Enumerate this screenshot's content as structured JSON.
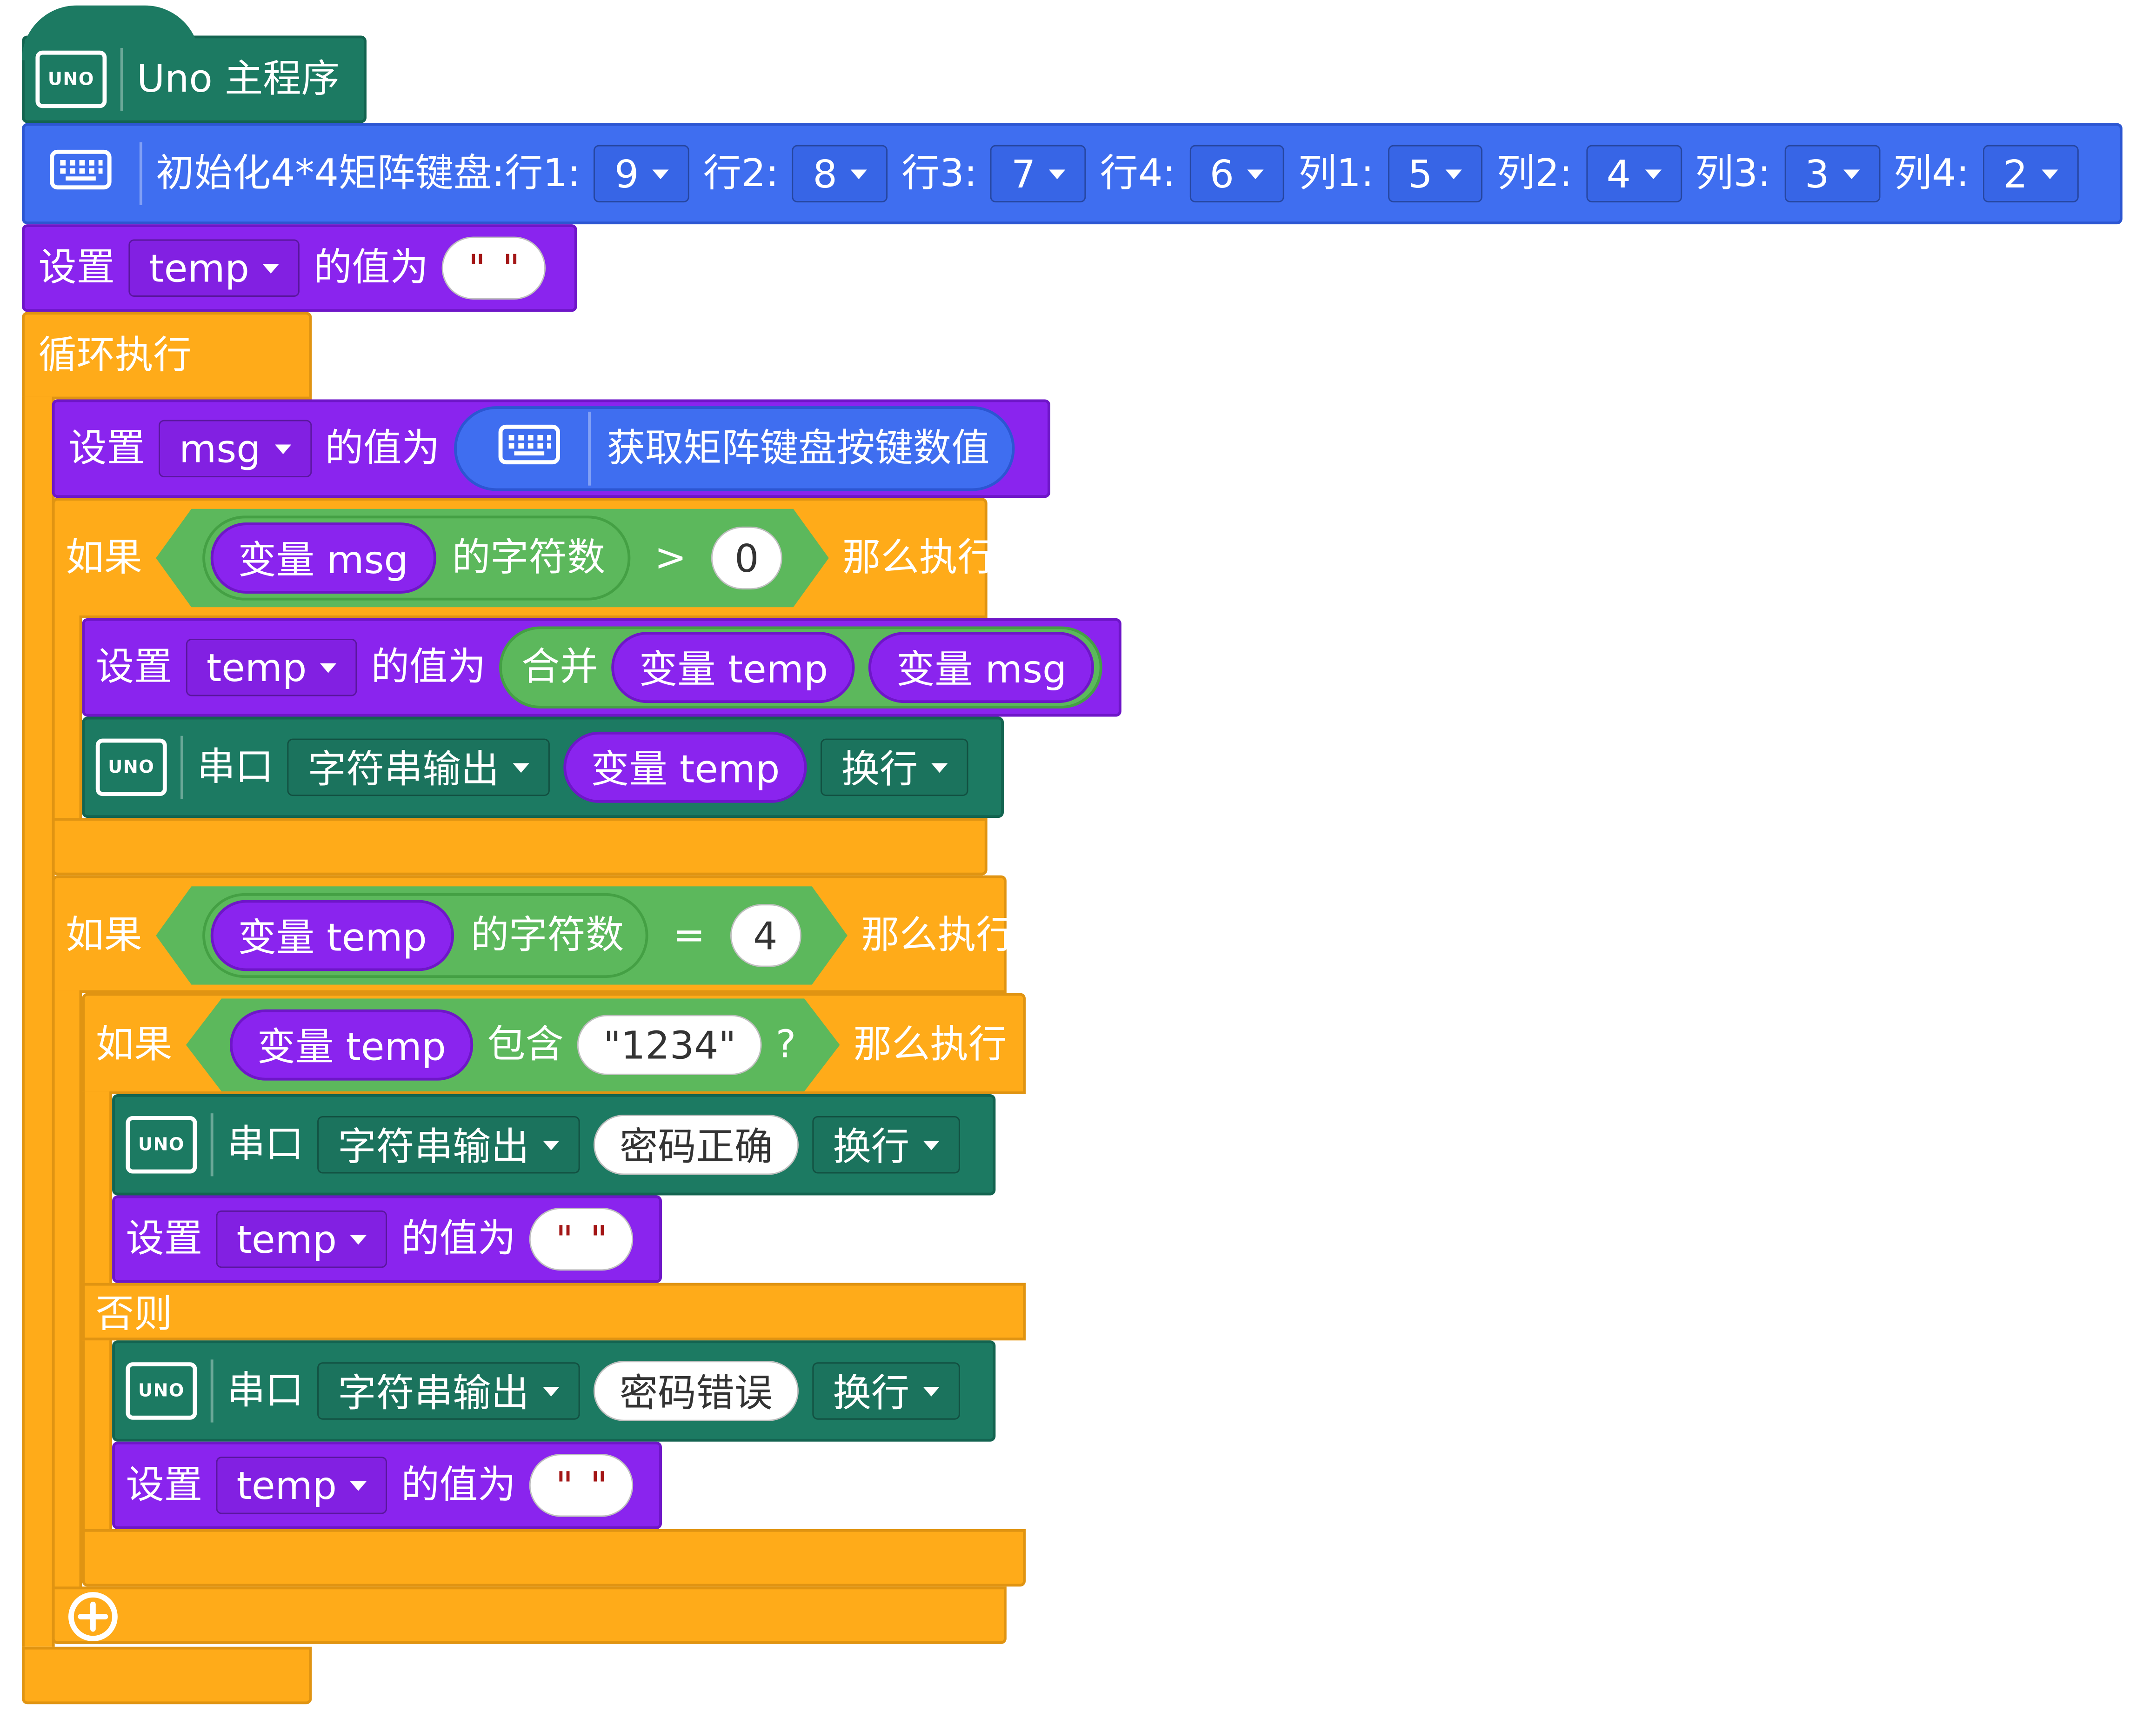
{
  "app_icon_text": "UNO",
  "keypad_icon": "keyboard-icon",
  "uno_icon": "uno-board-icon",
  "colors": {
    "main_green": "#1c7a62",
    "init_blue": "#3f6ef0",
    "var_purple": "#8a24ee",
    "control_orange": "#ffab19",
    "logic_green": "#5cb85c"
  },
  "main": {
    "title": "Uno 主程序"
  },
  "init": {
    "label": "初始化4*4矩阵键盘:行1:",
    "pins": [
      {
        "label": "",
        "value": "9"
      },
      {
        "label": "行2:",
        "value": "8"
      },
      {
        "label": "行3:",
        "value": "7"
      },
      {
        "label": "行4:",
        "value": "6"
      },
      {
        "label": "列1:",
        "value": "5"
      },
      {
        "label": "列2:",
        "value": "4"
      },
      {
        "label": "列3:",
        "value": "3"
      },
      {
        "label": "列4:",
        "value": "2"
      }
    ]
  },
  "common": {
    "set": "设置",
    "value_of": "的值为",
    "if": "如果",
    "then": "那么执行",
    "else": "否则",
    "serial": "串口",
    "string_output": "字符串输出",
    "newline": "换行",
    "quote_open": "\"",
    "quote_close": "\""
  },
  "vars": {
    "temp": "temp",
    "msg": "msg",
    "var_msg": "变量 msg",
    "var_temp": "变量 temp"
  },
  "loop": {
    "label": "循环执行"
  },
  "get_key": {
    "label": "获取矩阵键盘按键数值"
  },
  "cond1": {
    "len_label": "的字符数",
    "op": ">",
    "value": "0"
  },
  "join": {
    "label": "合并"
  },
  "cond2": {
    "len_label": "的字符数",
    "op": "=",
    "value": "4"
  },
  "cond3": {
    "contains": "包含",
    "value": "\"1234\"",
    "q": "?"
  },
  "messages": {
    "correct": "密码正确",
    "wrong": "密码错误"
  },
  "add_icon": "plus-circle-icon"
}
